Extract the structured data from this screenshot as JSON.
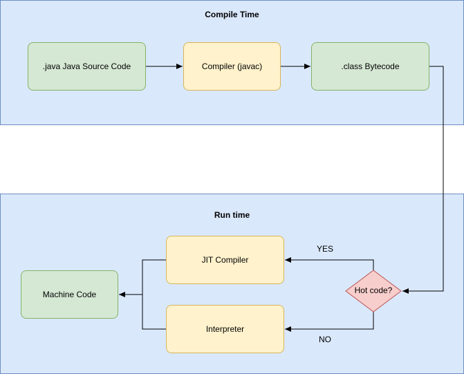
{
  "compile_panel": {
    "title": "Compile Time",
    "nodes": {
      "source": ".java Java Source Code",
      "compiler": "Compiler (javac)",
      "bytecode": ".class Bytecode"
    }
  },
  "run_panel": {
    "title": "Run time",
    "nodes": {
      "jit": "JIT Compiler",
      "interpreter": "Interpreter",
      "machine_code": "Machine Code",
      "decision": "Hot code?"
    },
    "edge_labels": {
      "yes": "YES",
      "no": "NO"
    }
  },
  "colors": {
    "panel_fill": "#dae8fc",
    "panel_stroke": "#6c8ebf",
    "green_fill": "#d5e8d4",
    "green_stroke": "#82b366",
    "yellow_fill": "#fff2cc",
    "yellow_stroke": "#d6b656",
    "decision_fill": "#f8cecc",
    "decision_stroke": "#b85450"
  }
}
